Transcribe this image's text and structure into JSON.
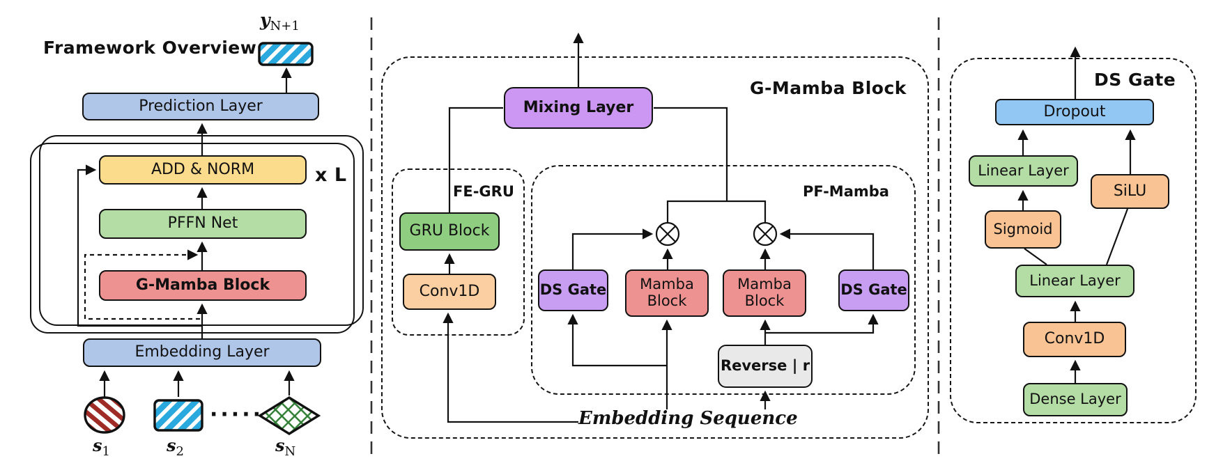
{
  "panels": {
    "framework": {
      "title": "Framework Overview",
      "output_label": {
        "base": "y",
        "sub": "N+1"
      },
      "boxes": {
        "prediction": "Prediction Layer",
        "add_norm": "ADD & NORM",
        "repeat_label": "x L",
        "pffn": "PFFN Net",
        "gmamba": "G-Mamba Block",
        "embedding": "Embedding Layer"
      },
      "inputs": [
        {
          "base": "s",
          "sub": "1",
          "shape": "striped-ellipse-red"
        },
        {
          "base": "s",
          "sub": "2",
          "shape": "striped-rect-blue"
        },
        {
          "base": "s",
          "sub": "N",
          "shape": "crosshatch-diamond-green"
        }
      ],
      "dots": "·····"
    },
    "gmamba_block": {
      "title": "G-Mamba Block",
      "input_label": "Embedding Sequence",
      "mixing": "Mixing Layer",
      "gate_symbol": "⊗",
      "fe_gru": {
        "label": "FE-GRU",
        "gru": "GRU Block",
        "conv1d": "Conv1D"
      },
      "pf_mamba": {
        "label": "PF-Mamba",
        "ds_gate_left": "DS Gate",
        "mamba_left": "Mamba Block",
        "mamba_right": "Mamba Block",
        "ds_gate_right": "DS Gate",
        "reverse": "Reverse | r"
      }
    },
    "ds_gate": {
      "title": "DS Gate",
      "dropout": "Dropout",
      "linear_top": "Linear Layer",
      "silu": "SiLU",
      "sigmoid": "Sigmoid",
      "linear_mid": "Linear Layer",
      "conv1d": "Conv1D",
      "dense": "Dense Layer"
    }
  },
  "colors": {
    "layer_blue": "#b0c6e9",
    "add_norm_yellow": "#fbdc8c",
    "green_light": "#b4dda6",
    "green_mid": "#8fcd80",
    "salmon_red": "#ee9191",
    "mixing_purple": "#cb97f2",
    "gate_purple": "#c89ef3",
    "peach": "#fbcfa1",
    "orange": "#f9c394",
    "sky_blue": "#92c7f4",
    "reverse_gray": "#e9e9e9",
    "stripe_blue": "#29a9dd",
    "stripe_red": "#9e2b25",
    "lattice_green": "#2e7d32"
  }
}
